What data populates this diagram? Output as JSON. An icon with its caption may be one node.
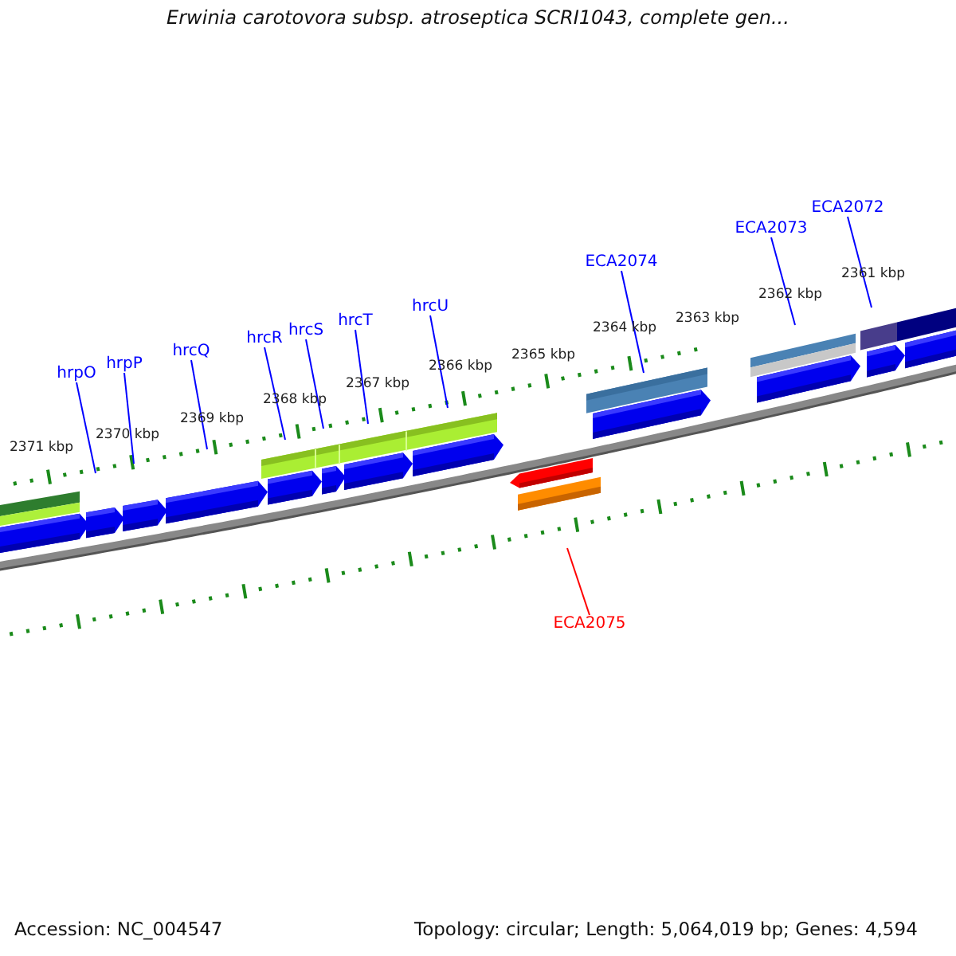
{
  "diagram": {
    "title": "Erwinia carotovora subsp. atroseptica SCRI1043, complete gen...",
    "nodes": [
      {
        "text": [
          "hrpO"
        ]
      },
      {
        "text": [
          "hrpP"
        ]
      },
      {
        "text": [
          "hrcQ"
        ]
      },
      {
        "text": [
          "hrcR"
        ]
      },
      {
        "text": [
          "hrcS"
        ]
      },
      {
        "text": [
          "hrcT"
        ]
      },
      {
        "text": [
          "hrcU"
        ]
      },
      {
        "text": [
          "ECA2074"
        ]
      },
      {
        "text": [
          "ECA2073"
        ]
      },
      {
        "text": [
          "ECA2072"
        ]
      },
      {
        "text": [
          "ECA2075"
        ]
      }
    ],
    "edges": [
      {
        "from": 0,
        "to": null,
        "arrow": "none"
      },
      {
        "from": 1,
        "to": null,
        "arrow": "none"
      },
      {
        "from": 2,
        "to": null,
        "arrow": "none"
      },
      {
        "from": 3,
        "to": null,
        "arrow": "none"
      },
      {
        "from": 4,
        "to": null,
        "arrow": "none"
      },
      {
        "from": 5,
        "to": null,
        "arrow": "none"
      },
      {
        "from": 6,
        "to": null,
        "arrow": "none"
      },
      {
        "from": 7,
        "to": null,
        "arrow": "none"
      },
      {
        "from": 8,
        "to": null,
        "arrow": "none"
      },
      {
        "from": 9,
        "to": null,
        "arrow": "none"
      },
      {
        "from": 10,
        "to": null,
        "arrow": "none",
        "color": "#ff0000"
      }
    ],
    "labels": [
      "2371 kbp",
      "2370 kbp",
      "2369 kbp",
      "2368 kbp",
      "2367 kbp",
      "2366 kbp",
      "2365 kbp",
      "2364 kbp",
      "2363 kbp",
      "2362 kbp",
      "2361 kbp",
      "Accession: NC_004547",
      "Topology: circular; Length: 5,064,019 bp; Genes: 4,594"
    ]
  }
}
